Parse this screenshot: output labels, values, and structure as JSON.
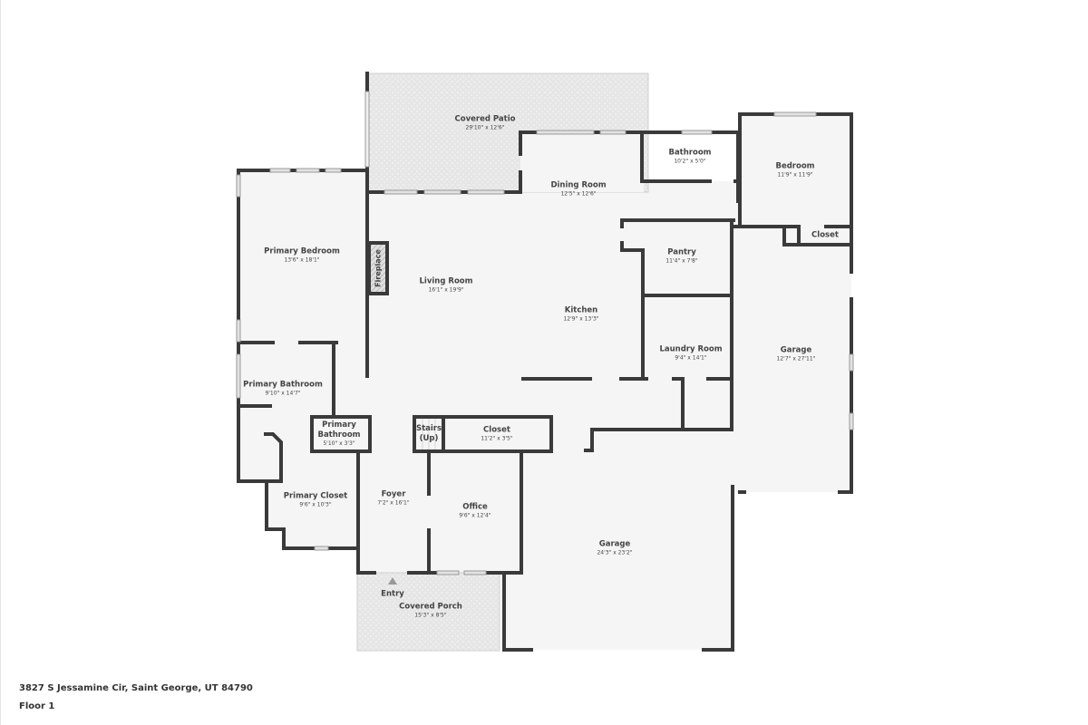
{
  "plan": {
    "address": "3827 S Jessamine Cir, Saint George, UT 84790",
    "floor": "Floor 1",
    "colors": {
      "wall": "#3a3a3a",
      "floor": "#f5f5f5",
      "patio": "#ebebeb",
      "window": "#d4d4d4"
    }
  },
  "rooms": {
    "covered_patio": {
      "name": "Covered Patio",
      "dim": "29'10\" x 12'6\""
    },
    "dining_room": {
      "name": "Dining Room",
      "dim": "12'5\" x 12'6\""
    },
    "bathroom": {
      "name": "Bathroom",
      "dim": "10'2\" x 5'0\""
    },
    "bedroom": {
      "name": "Bedroom",
      "dim": "11'9\" x 11'9\""
    },
    "closet_bedroom": {
      "name": "Closet"
    },
    "primary_bedroom": {
      "name": "Primary Bedroom",
      "dim": "13'6\" x 18'1\""
    },
    "fireplace": {
      "name": "Fireplace"
    },
    "living_room": {
      "name": "Living Room",
      "dim": "16'1\" x 19'9\""
    },
    "pantry": {
      "name": "Pantry",
      "dim": "11'4\" x 7'8\""
    },
    "kitchen": {
      "name": "Kitchen",
      "dim": "12'9\" x 13'3\""
    },
    "laundry_room": {
      "name": "Laundry Room",
      "dim": "9'4\" x 14'1\""
    },
    "garage_side": {
      "name": "Garage",
      "dim": "12'7\" x 27'11\""
    },
    "primary_bathroom": {
      "name": "Primary Bathroom",
      "dim": "9'10\" x 14'7\""
    },
    "primary_bathroom_small": {
      "name1": "Primary",
      "name2": "Bathroom",
      "dim": "5'10\" x 3'3\""
    },
    "stairs": {
      "name1": "Stairs",
      "name2": "(Up)"
    },
    "closet_hall": {
      "name": "Closet",
      "dim": "11'2\" x 3'5\""
    },
    "primary_closet": {
      "name": "Primary Closet",
      "dim": "9'6\" x 10'3\""
    },
    "foyer": {
      "name": "Foyer",
      "dim": "7'2\" x 16'1\""
    },
    "office": {
      "name": "Office",
      "dim": "9'6\" x 12'4\""
    },
    "garage_main": {
      "name": "Garage",
      "dim": "24'3\" x 23'2\""
    },
    "entry": {
      "name": "Entry"
    },
    "covered_porch": {
      "name": "Covered Porch",
      "dim": "15'3\" x 8'5\""
    }
  }
}
